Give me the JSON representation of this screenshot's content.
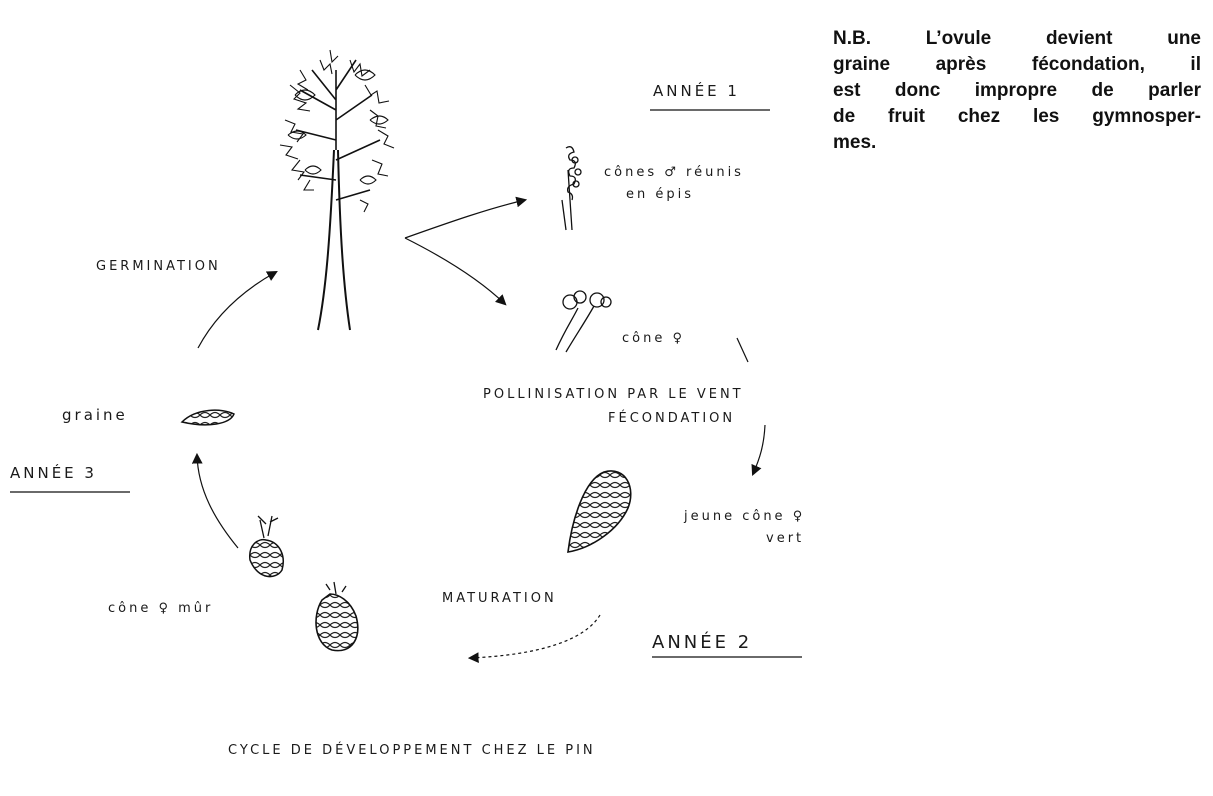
{
  "note": {
    "lines": [
      "N.B. L’ovule devient une",
      "graine après fécondation, il",
      "est donc impropre de parler",
      "de fruit chez les gymnosper-",
      "mes."
    ]
  },
  "labels": {
    "annee_1": "ANNÉE 1",
    "annee_2": "ANNÉE 2",
    "annee_3": "ANNÉE 3",
    "cones_male": "cônes ♂ réunis",
    "cones_male_2": "en épis",
    "cone_female": "cône ♀",
    "pollinisation": "POLLINISATION PAR LE VENT",
    "fecondation": "FÉCONDATION",
    "jeune_cone": "jeune cône ♀",
    "jeune_cone_2": "vert",
    "maturation": "MATURATION",
    "cone_mur": "cône ♀ mûr",
    "graine": "graine",
    "germination": "GERMINATION",
    "caption": "CYCLE DE DÉVELOPPEMENT CHEZ LE PIN"
  }
}
